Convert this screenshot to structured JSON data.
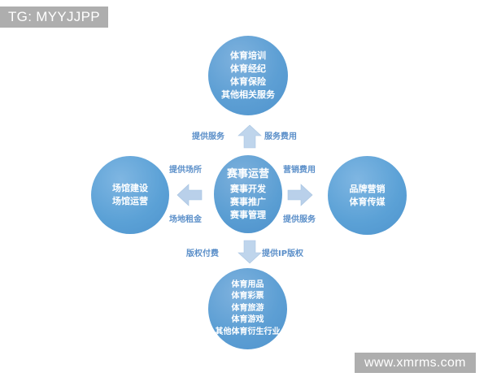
{
  "watermarks": {
    "top_left": "TG: MYYJJPP",
    "bottom_right": "www.xmrms.com"
  },
  "colors": {
    "circle_blue": "#5a9ed3",
    "arrow_blue": "#bdd3ea",
    "label_blue": "#5b8fc9",
    "watermark_grey": "#aeaeae",
    "background": "#ffffff"
  },
  "diagram": {
    "type": "hub-and-spoke value-chain diagram",
    "center": {
      "title": "赛事运营",
      "items": [
        "赛事开发",
        "赛事推广",
        "赛事管理"
      ]
    },
    "nodes": {
      "top": {
        "items": [
          "体育培训",
          "体育经纪",
          "体育保险",
          "其他相关服务"
        ]
      },
      "left": {
        "items": [
          "场馆建设",
          "场馆运营"
        ]
      },
      "right": {
        "items": [
          "品牌营销",
          "体育传媒"
        ]
      },
      "bottom": {
        "items": [
          "体育用品",
          "体育彩票",
          "体育旅游",
          "体育游戏",
          "其他体育衍生行业"
        ]
      }
    },
    "connectors": {
      "top": {
        "direction": "up",
        "left_label": "提供服务",
        "right_label": "服务费用"
      },
      "left": {
        "direction": "left",
        "top_label": "提供场所",
        "bottom_label": "场地租金"
      },
      "right": {
        "direction": "right",
        "top_label": "营销费用",
        "bottom_label": "提供服务"
      },
      "bottom": {
        "direction": "down",
        "left_label": "版权付费",
        "right_label": "提供IP版权"
      }
    }
  }
}
